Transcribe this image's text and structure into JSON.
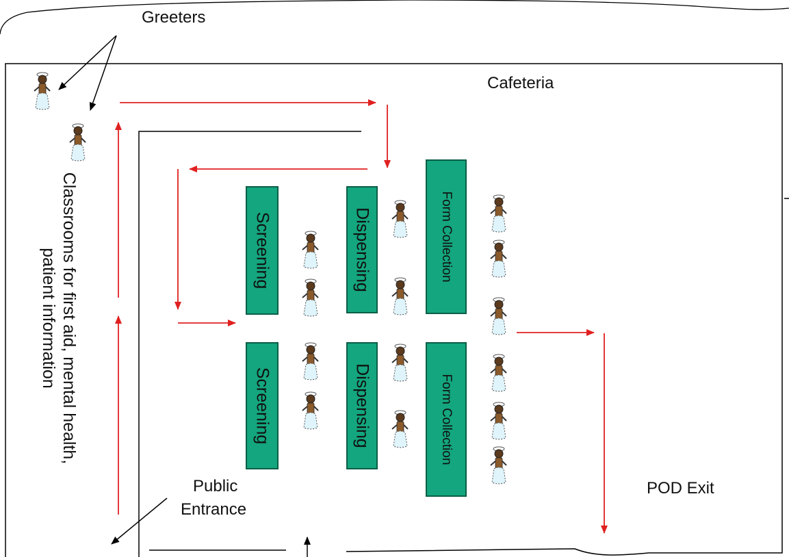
{
  "labels": {
    "greeters": "Greeters",
    "cafeteria": "Cafeteria",
    "classrooms_line1": "Classrooms for first aid, mental health,",
    "classrooms_line2": "patient information",
    "public_entrance_line1": "Public",
    "public_entrance_line2": "Entrance",
    "pod_exit": "POD Exit"
  },
  "stations": {
    "screening_top": "Screening",
    "screening_bottom": "Screening",
    "dispensing_top": "Dispensing",
    "dispensing_bottom": "Dispensing",
    "form_collection_top": "Form Collection",
    "form_collection_bottom": "Form Collection"
  },
  "colors": {
    "station_fill": "#14a67e",
    "flow_arrow": "#e02020",
    "wall": "#000000"
  },
  "icons": {
    "worker": "person-figure-icon"
  }
}
